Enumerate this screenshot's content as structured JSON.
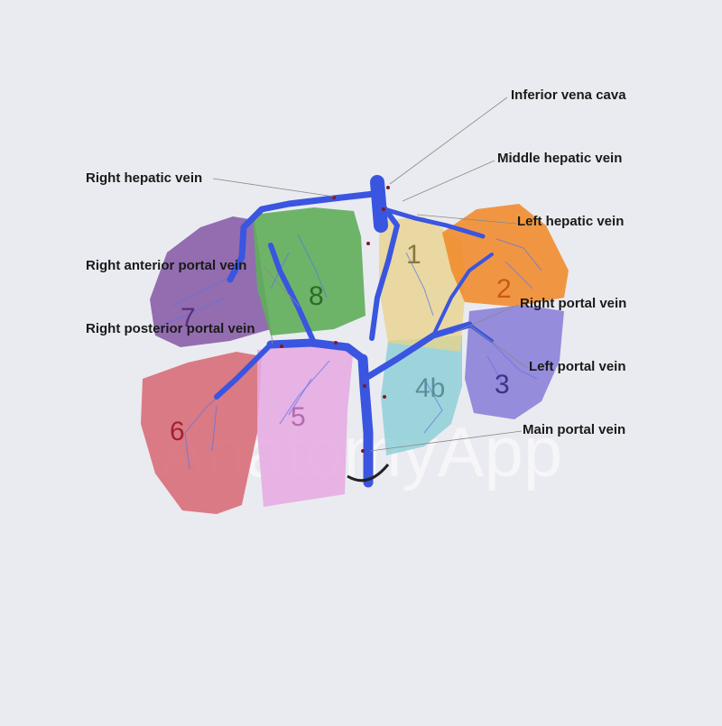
{
  "labels": {
    "inferior_vena_cava": "Inferior vena cava",
    "middle_hepatic_vein": "Middle hepatic vein",
    "left_hepatic_vein": "Left hepatic vein",
    "right_hepatic_vein": "Right hepatic vein",
    "right_anterior_portal_vein": "Right anterior portal vein",
    "right_posterior_portal_vein": "Right posterior portal vein",
    "right_portal_vein": "Right portal vein",
    "left_portal_vein": "Left portal vein",
    "main_portal_vein": "Main portal vein"
  },
  "segments": {
    "s1": "1",
    "s2": "2",
    "s3": "3",
    "s4b": "4b",
    "s5": "5",
    "s6": "6",
    "s7": "7",
    "s8": "8"
  },
  "watermark": "AnatomyApp",
  "colors": {
    "background": "#eaebf0",
    "vein_blue": "#3a55e0",
    "segment_1": "#e8d28a",
    "segment_2": "#f08a2a",
    "segment_3": "#8c82d8",
    "segment_4b": "#8fd0d8",
    "segment_5": "#e6a8e2",
    "segment_6": "#d8707c",
    "segment_7": "#8a5fa8",
    "segment_8": "#5fae5a"
  }
}
